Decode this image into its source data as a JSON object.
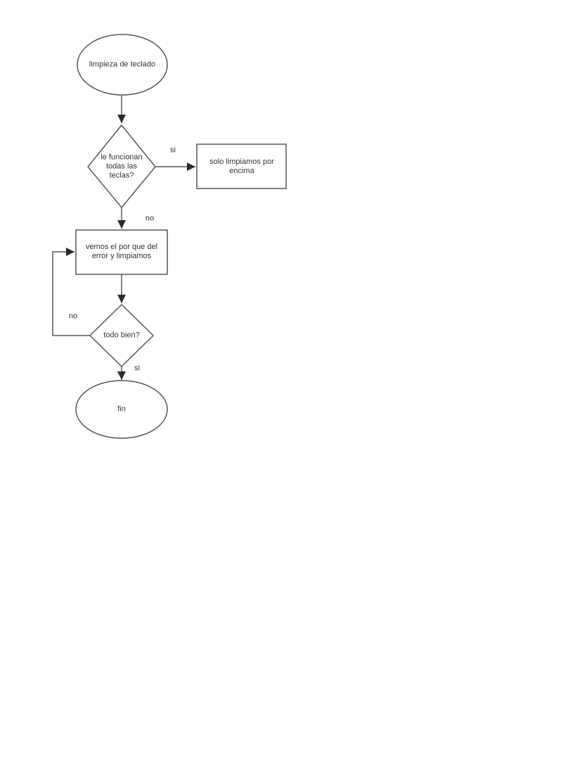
{
  "page": {
    "background_color": "#ffffff"
  },
  "flowchart": {
    "stroke_color": "#565656",
    "arrow_color": "#2b2b2b",
    "text_color": "#333333",
    "nodes": {
      "start": {
        "shape": "ellipse",
        "label": "limpieza de teclado"
      },
      "decision_keys": {
        "shape": "diamond",
        "label": "le funcionan\ntodas las\nteclas?"
      },
      "process_surface": {
        "shape": "rectangle",
        "label": "solo limpiamos por\nencima"
      },
      "process_error": {
        "shape": "rectangle",
        "label": "vemos el por que del\nerror y limpiamos"
      },
      "decision_ok": {
        "shape": "diamond",
        "label": "todo bien?"
      },
      "end": {
        "shape": "ellipse",
        "label": "fin"
      }
    },
    "edge_labels": {
      "keys_yes": "si",
      "keys_no": "no",
      "ok_no": "no",
      "ok_yes": "si"
    }
  }
}
